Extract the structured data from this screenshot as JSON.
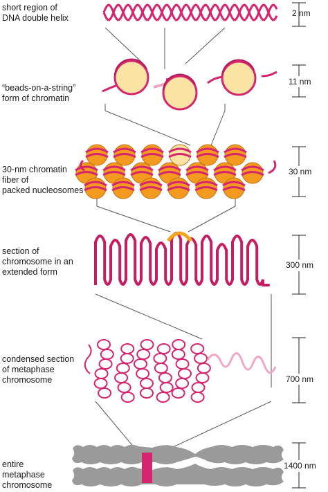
{
  "stages": [
    {
      "id": "dna",
      "label": "short region of\nDNA double helix",
      "scale": "2 nm"
    },
    {
      "id": "beads",
      "label": "“beads-on-a-string”\nform of chromatin",
      "scale": "11 nm"
    },
    {
      "id": "fiber",
      "label": "30-nm chromatin\nfiber of\npacked nucleosomes",
      "scale": "30 nm"
    },
    {
      "id": "extended",
      "label": "section of\nchromosome in an\nextended form",
      "scale": "300 nm"
    },
    {
      "id": "condensed",
      "label": "condensed section\nof metaphase\nchromosome",
      "scale": "700 nm"
    },
    {
      "id": "metaphase",
      "label": "entire\nmetaphase\nchromosome",
      "scale": "1400 nm"
    }
  ],
  "colors": {
    "dna": "#d6246e",
    "dna_light": "#f2a6c6",
    "histone_core": "#fbe3a3",
    "histone_orange": "#f39a1f",
    "chromosome_gray": "#9a9a9a",
    "highlight_orange": "#f7a51c",
    "line": "#555555"
  }
}
